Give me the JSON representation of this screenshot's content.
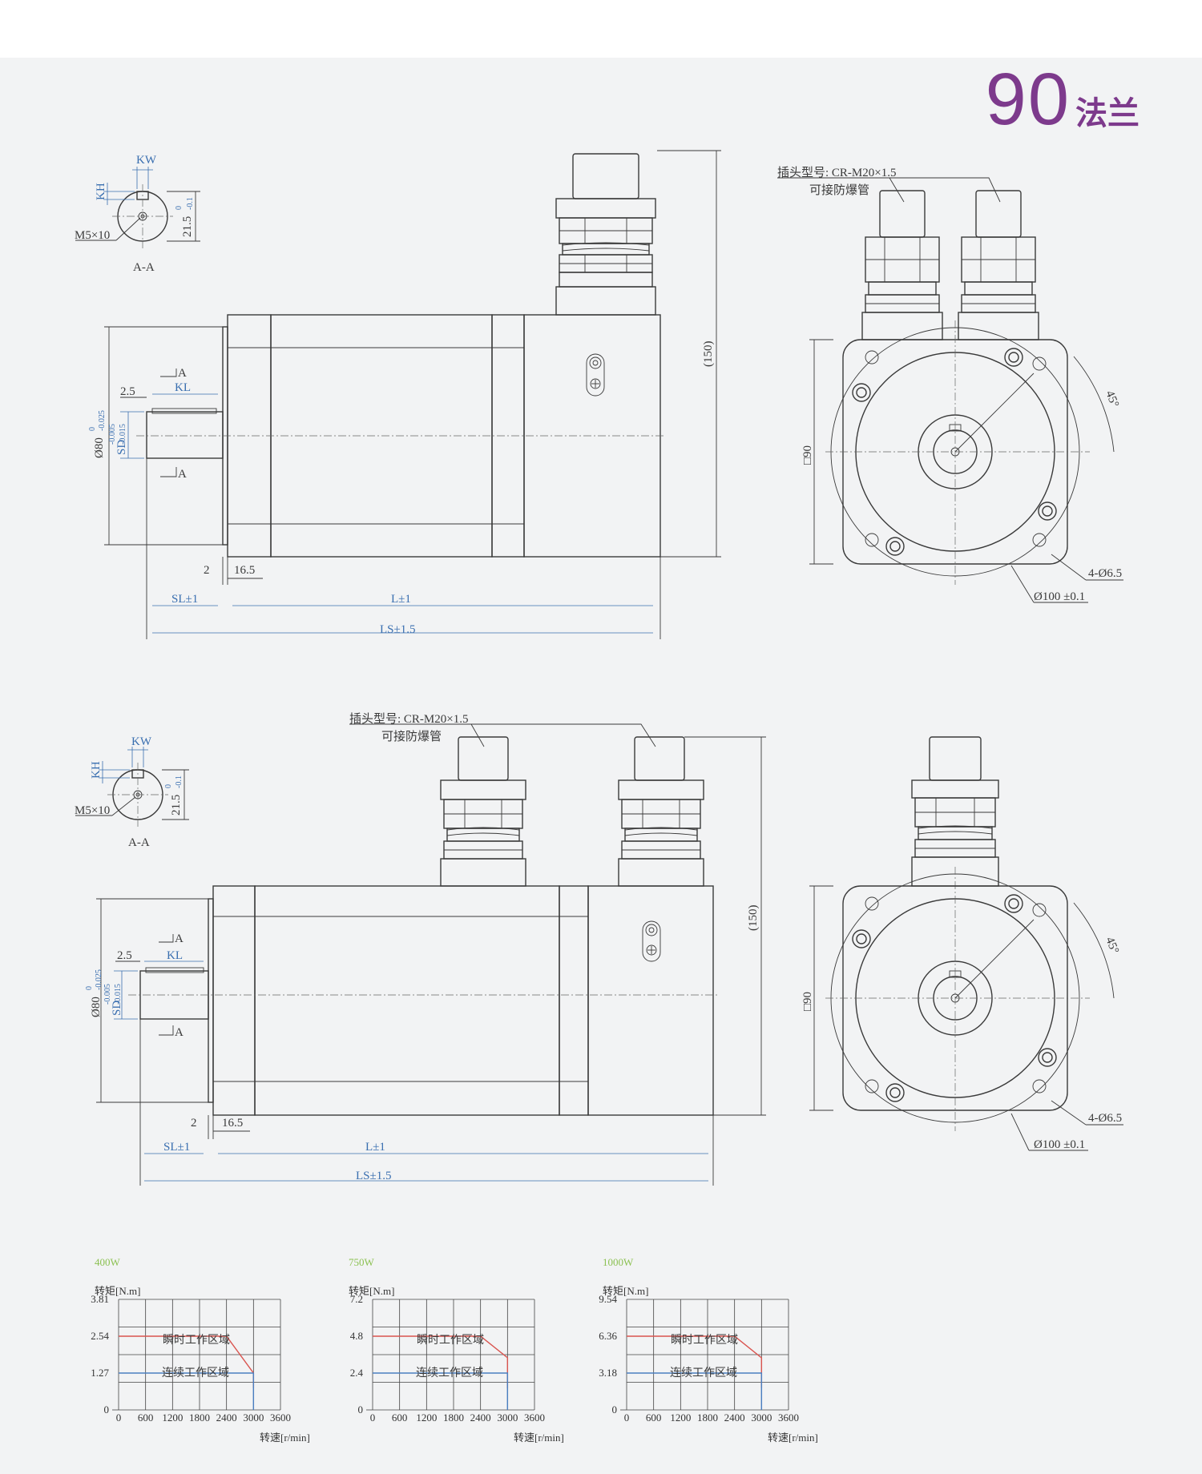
{
  "header": {
    "flange_number": "90",
    "flange_unit": "法兰"
  },
  "section_label": "A-A",
  "plug_note": {
    "line1": "插头型号: CR-M20×1.5",
    "line2": "可接防爆管"
  },
  "dims": {
    "kw": "KW",
    "kh": "KH",
    "kl": "KL",
    "m5": "M5×10",
    "d215": "21.5",
    "d215_tol_top": "0",
    "d215_tol_bot": "-0.1",
    "d25": "2.5",
    "d2": "2",
    "d165": "16.5",
    "o80": "Ø80",
    "o80_tol_top": "0",
    "o80_tol_bot": "-0.025",
    "sd": "SD",
    "sd_tol_top": "-0.005",
    "sd_tol_bot": "-0.015",
    "sl": "SL±1",
    "l": "L±1",
    "ls": "LS±1.5",
    "h150": "(150)",
    "sq90": "□90",
    "angle": "45°",
    "holes": "4-Ø6.5",
    "pcd": "Ø100 ±0.1",
    "a_mark": "A"
  },
  "charts": {
    "ylabel": "转矩[N.m]",
    "xlabel": "转速[r/min]",
    "peak_zone": "瞬时工作区域",
    "cont_zone": "连续工作区域",
    "x_ticks": [
      "0",
      "600",
      "1200",
      "1800",
      "2400",
      "3000",
      "3600"
    ],
    "colors": {
      "peak": "#d9544f",
      "cont": "#4a7fc0",
      "title": "#8cc152"
    }
  },
  "chart_data": [
    {
      "type": "line",
      "title": "400W",
      "xlabel": "转速[r/min]",
      "ylabel": "转矩[N.m]",
      "x_ticks": [
        0,
        600,
        1200,
        1800,
        2400,
        3000,
        3600
      ],
      "y_ticks": [
        "0",
        "1.27",
        "2.54",
        "3.81"
      ],
      "xlim": [
        0,
        3600
      ],
      "ylim": [
        0,
        3.81
      ],
      "grid": true,
      "series": [
        {
          "name": "瞬时工作区域",
          "x": [
            0,
            2400,
            3000,
            3000
          ],
          "y": [
            2.54,
            2.54,
            1.27,
            0.76
          ]
        },
        {
          "name": "连续工作区域",
          "x": [
            0,
            3000,
            3000
          ],
          "y": [
            1.27,
            1.27,
            0
          ]
        }
      ]
    },
    {
      "type": "line",
      "title": "750W",
      "xlabel": "转速[r/min]",
      "ylabel": "转矩[N.m]",
      "x_ticks": [
        0,
        600,
        1200,
        1800,
        2400,
        3000,
        3600
      ],
      "y_ticks": [
        "0",
        "2.4",
        "4.8",
        "7.2"
      ],
      "xlim": [
        0,
        3600
      ],
      "ylim": [
        0,
        7.2
      ],
      "grid": true,
      "series": [
        {
          "name": "瞬时工作区域",
          "x": [
            0,
            2400,
            3000,
            3000
          ],
          "y": [
            4.8,
            4.8,
            3.4,
            1.4
          ]
        },
        {
          "name": "连续工作区域",
          "x": [
            0,
            3000,
            3000
          ],
          "y": [
            2.4,
            2.4,
            0
          ]
        }
      ]
    },
    {
      "type": "line",
      "title": "1000W",
      "xlabel": "转速[r/min]",
      "ylabel": "转矩[N.m]",
      "x_ticks": [
        0,
        600,
        1200,
        1800,
        2400,
        3000,
        3600
      ],
      "y_ticks": [
        "0",
        "3.18",
        "6.36",
        "9.54"
      ],
      "xlim": [
        0,
        3600
      ],
      "ylim": [
        0,
        9.54
      ],
      "grid": true,
      "series": [
        {
          "name": "瞬时工作区域",
          "x": [
            0,
            2400,
            3000,
            3000
          ],
          "y": [
            6.36,
            6.36,
            4.5,
            1.9
          ]
        },
        {
          "name": "连续工作区域",
          "x": [
            0,
            3000,
            3000
          ],
          "y": [
            3.18,
            3.18,
            0
          ]
        }
      ]
    }
  ]
}
